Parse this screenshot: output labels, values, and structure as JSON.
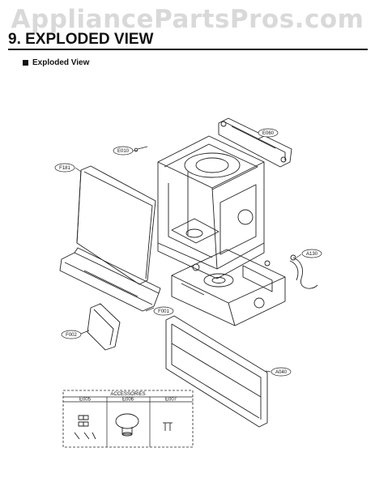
{
  "watermark": "AppliancePartsPros.com",
  "page": {
    "title": "9. EXPLODED VIEW",
    "section_heading": "Exploded View"
  },
  "callouts": {
    "e060": "E060",
    "e010": "E010",
    "f181": "F181",
    "a130": "A130",
    "f001": "F001",
    "f002": "F002",
    "a040": "A040"
  },
  "accessories": {
    "title": "ACCESSORIES",
    "columns": [
      "E005",
      "E006",
      "E007"
    ]
  },
  "colors": {
    "line": "#222222",
    "watermark": "#d9d9d9"
  }
}
